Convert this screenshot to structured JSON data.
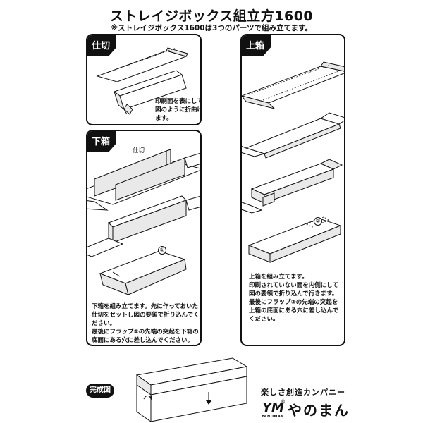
{
  "header": {
    "title": "ストレイジボックス組立方1600",
    "subtitle": "※ストレイジボックス1600は3つのパーツで組み立てます。"
  },
  "panels": {
    "divider": {
      "tag": "仕切",
      "note": "印刷面を表にして\n図のように折曲げ\nます。"
    },
    "lid": {
      "tag": "上箱",
      "note": "上箱を組み立てます。\n印刷されていない面を内側にして\n図の要領で折り込んで行きます。\n最後にフラップ②の先端の突起を\n上箱の底面にある穴に差し込んで\nください。",
      "marker": "②"
    },
    "base": {
      "tag": "下箱",
      "part_label": "仕切",
      "note": "下箱を組み立てます。先に作っておいた\n仕切をセットし図の要領で折り込んでく\nださい。\n最後にフラップ①の先端の突起を下箱の\n底面にある穴に差し込んでください。",
      "marker": "①"
    }
  },
  "complete": {
    "label": "完成図"
  },
  "brand": {
    "tagline": "楽しさ創造カンパニー",
    "mark": "YM",
    "reg": "®",
    "small": "YANOMAN",
    "name": "やのまん"
  }
}
